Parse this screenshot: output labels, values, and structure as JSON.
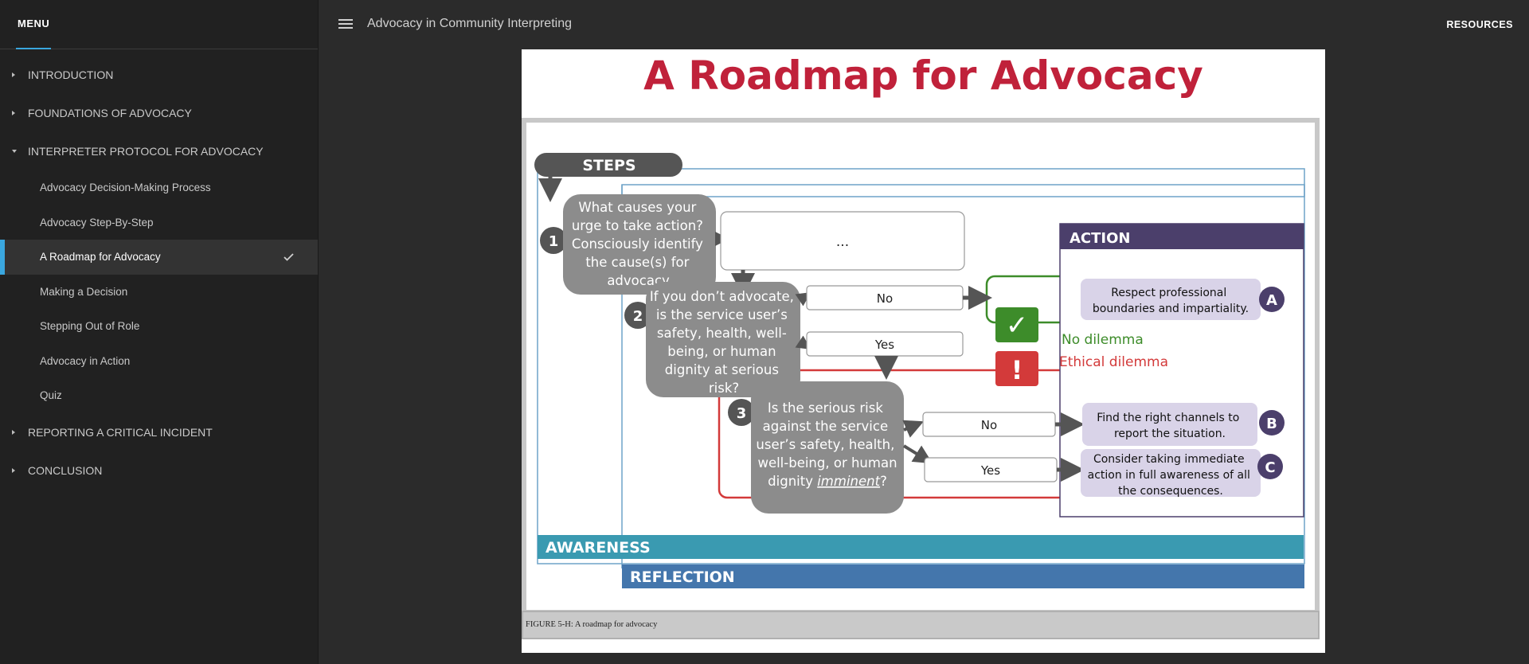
{
  "sidebar": {
    "menu_label": "MENU",
    "sections": [
      {
        "label": "INTRODUCTION"
      },
      {
        "label": "FOUNDATIONS OF ADVOCACY"
      },
      {
        "label": "INTERPRETER PROTOCOL FOR ADVOCACY"
      },
      {
        "label": "REPORTING A CRITICAL INCIDENT"
      },
      {
        "label": "CONCLUSION"
      }
    ],
    "subitems": [
      {
        "label": "Advocacy Decision-Making Process"
      },
      {
        "label": "Advocacy Step-By-Step"
      },
      {
        "label": "A Roadmap for Advocacy",
        "active": true,
        "completed": true
      },
      {
        "label": "Making a Decision"
      },
      {
        "label": "Stepping Out of Role"
      },
      {
        "label": "Advocacy in Action"
      },
      {
        "label": "Quiz"
      }
    ]
  },
  "header": {
    "course_title": "Advocacy in Community Interpreting",
    "resources_label": "RESOURCES"
  },
  "content": {
    "page_title": "A Roadmap for Advocacy",
    "caption": "FIGURE 5-H: A roadmap for advocacy"
  },
  "figure": {
    "steps_label": "STEPS",
    "step1_num": "1",
    "step1_lines": [
      "What causes your",
      "urge to take action?",
      "Consciously identify",
      "the cause(s) for",
      "advocacy."
    ],
    "ellipsis": "...",
    "step2_num": "2",
    "step2_lines": [
      "If you don’t advocate,",
      "is the service user’s",
      "safety, health, well-",
      "being, or human",
      "dignity at serious",
      "risk?"
    ],
    "step3_num": "3",
    "step3_lines": [
      "Is the serious risk",
      "against the service",
      "user’s safety, health,",
      "well-being, or human",
      "dignity"
    ],
    "step3_emph": "imminent",
    "step3_end": "?",
    "no_label": "No",
    "yes_label": "Yes",
    "no_dilemma": "No  dilemma",
    "ethical_dilemma": "Ethical  dilemma",
    "check_mark": "✓",
    "exclaim_mark": "!",
    "action_label": "ACTION",
    "action_a_lines": [
      "Respect professional",
      "boundaries and impartiality."
    ],
    "action_b_lines": [
      "Find the right channels to",
      "report the situation."
    ],
    "action_c_lines": [
      "Consider taking immediate",
      "action in full awareness of all",
      "the consequences."
    ],
    "letter_a": "A",
    "letter_b": "B",
    "letter_c": "C",
    "awareness_label": "AWARENESS",
    "reflection_label": "REFLECTION",
    "colors": {
      "dark_grey": "#5a5a5a",
      "box_grey": "#8c8c8c",
      "green": "#3d8c2a",
      "red": "#d33a3a",
      "purple": "#4b3f6b",
      "lavender": "#d9d3e8",
      "teal": "#3a9ab1",
      "blue": "#4476ac"
    }
  }
}
